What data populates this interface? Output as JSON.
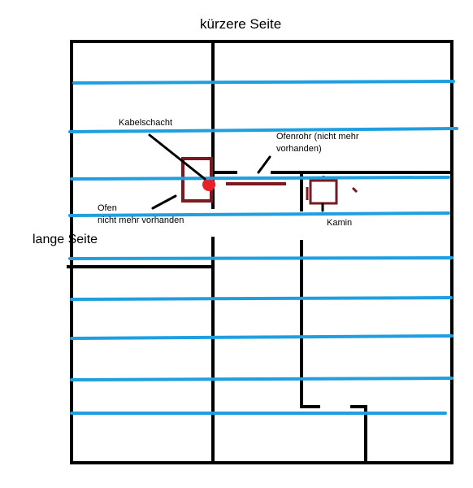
{
  "labels": {
    "top_side": "kürzere Seite",
    "left_side": "lange Seite",
    "cable_shaft": "Kabelschacht",
    "stove_pipe_line1": "Ofenrohr (nicht mehr",
    "stove_pipe_line2": "vorhanden)",
    "stove_line1": "Ofen",
    "stove_line2": "nicht mehr vorhanden",
    "chimney": "Kamin"
  },
  "colors": {
    "walls": "#000000",
    "beams": "#1f9fe0",
    "stove_items": "#7a1a20",
    "cable_shaft_marker": "#e8202a"
  }
}
